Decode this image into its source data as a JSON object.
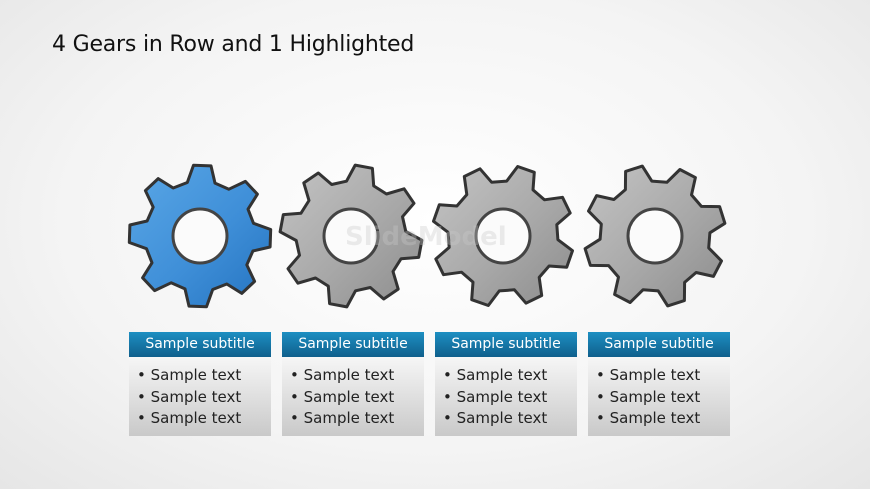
{
  "title": "4 Gears in Row and 1 Highlighted",
  "watermark": "SlideModel",
  "colors": {
    "highlight": "#3d8fd6",
    "gear": "#a9a9a9",
    "header": "#1677a8"
  },
  "gears": [
    {
      "highlighted": true
    },
    {
      "highlighted": false
    },
    {
      "highlighted": false
    },
    {
      "highlighted": false
    }
  ],
  "cards": [
    {
      "subtitle": "Sample subtitle",
      "items": [
        "Sample text",
        "Sample text",
        "Sample text"
      ]
    },
    {
      "subtitle": "Sample subtitle",
      "items": [
        "Sample text",
        "Sample text",
        "Sample text"
      ]
    },
    {
      "subtitle": "Sample subtitle",
      "items": [
        "Sample text",
        "Sample text",
        "Sample text"
      ]
    },
    {
      "subtitle": "Sample subtitle",
      "items": [
        "Sample text",
        "Sample text",
        "Sample text"
      ]
    }
  ]
}
